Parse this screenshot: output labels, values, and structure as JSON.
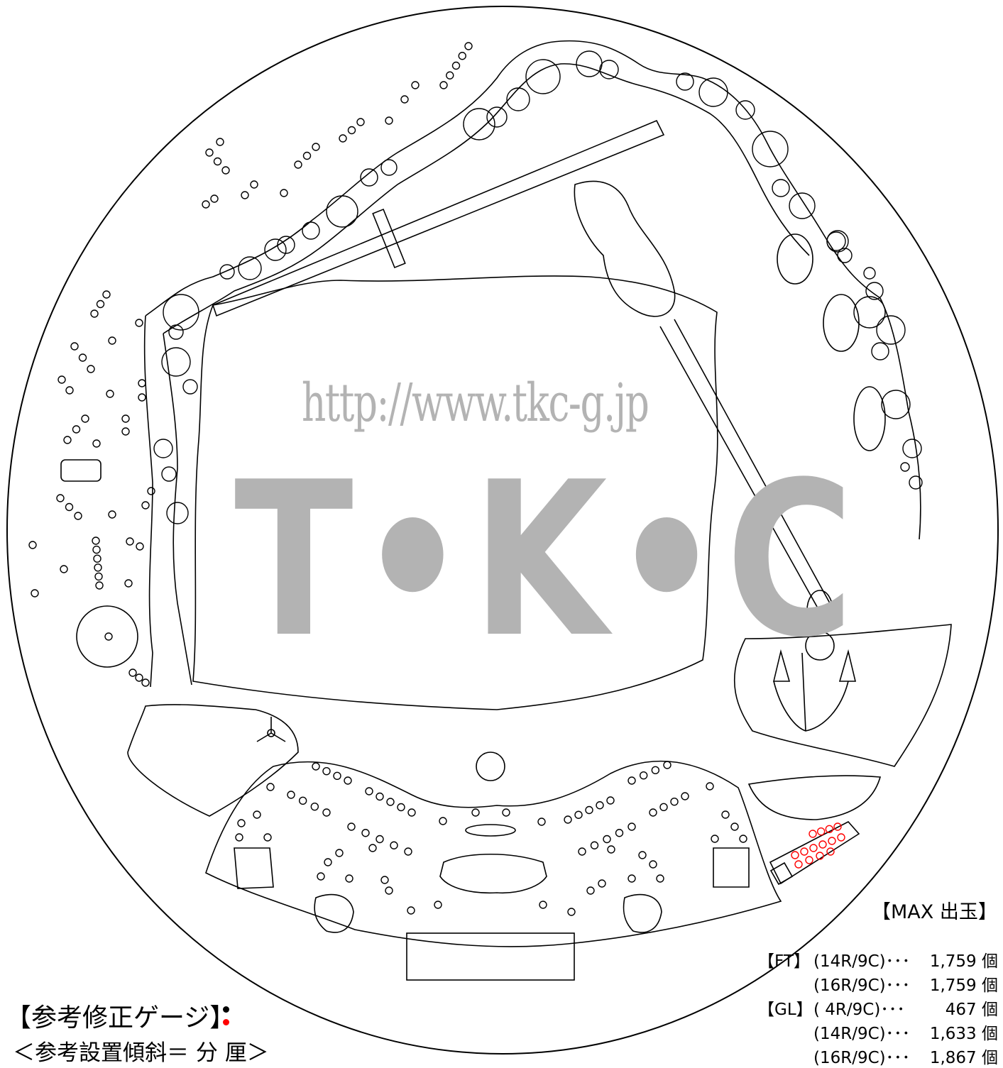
{
  "watermark": {
    "url": "http://www.tkc-g.jp",
    "logo": "T•K•C",
    "color": "#b3b3b3"
  },
  "max_payout": {
    "title": "【MAX 出玉】",
    "rows": [
      {
        "tag": "【FT】",
        "spec": "(14R/9C)･･･",
        "value": "1,759 個"
      },
      {
        "tag": "",
        "spec": "(16R/9C)･･･",
        "value": "1,759 個"
      },
      {
        "tag": "【GL】",
        "spec": "( 4R/9C)･･･",
        "value": "467 個"
      },
      {
        "tag": "",
        "spec": "(14R/9C)･･･",
        "value": "1,633 個"
      },
      {
        "tag": "",
        "spec": "(16R/9C)･･･",
        "value": "1,867 個"
      }
    ]
  },
  "gauge": {
    "title": "【参考修正ゲージ】",
    "subtitle": "＜参考設置傾斜＝ 分 厘＞",
    "marker_colors": [
      "#000000",
      "#ff0000"
    ]
  },
  "colors": {
    "line": "#000000",
    "accent": "#ff0000",
    "background": "#ffffff"
  }
}
